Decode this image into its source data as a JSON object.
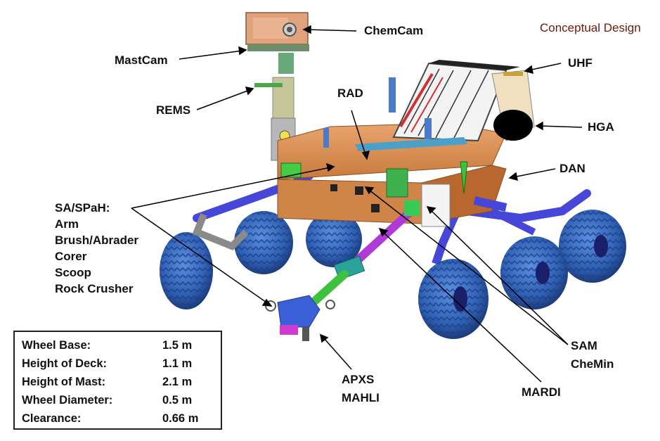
{
  "subtitle": "Conceptual Design",
  "labels": {
    "chemcam": "ChemCam",
    "mastcam": "MastCam",
    "uhf": "UHF",
    "rems": "REMS",
    "rad": "RAD",
    "hga": "HGA",
    "dan": "DAN",
    "sam": "SAM",
    "chemin": "CheMin",
    "apxs": "APXS",
    "mahli": "MAHLI",
    "mardi": "MARDI"
  },
  "arm_tools": [
    "SA/SPaH:",
    "Arm",
    "Brush/Abrader",
    "Corer",
    "Scoop",
    "Rock Crusher"
  ],
  "specs": [
    {
      "name": "Wheel Base:",
      "value": "1.5 m"
    },
    {
      "name": "Height of Deck:",
      "value": "1.1 m"
    },
    {
      "name": "Height of Mast:",
      "value": "2.1 m"
    },
    {
      "name": "Wheel Diameter:",
      "value": "0.5 m"
    },
    {
      "name": "Clearance:",
      "value": "0.66 m"
    }
  ],
  "colors": {
    "deck": "#d98a4f",
    "wheel": "#3a6fc4",
    "strut": "#4a4ad0",
    "arm": "#b03ad8",
    "arm_green": "#3ec23e",
    "mast": "#c9c49a",
    "label_subtitle": "#6b1a0e"
  }
}
